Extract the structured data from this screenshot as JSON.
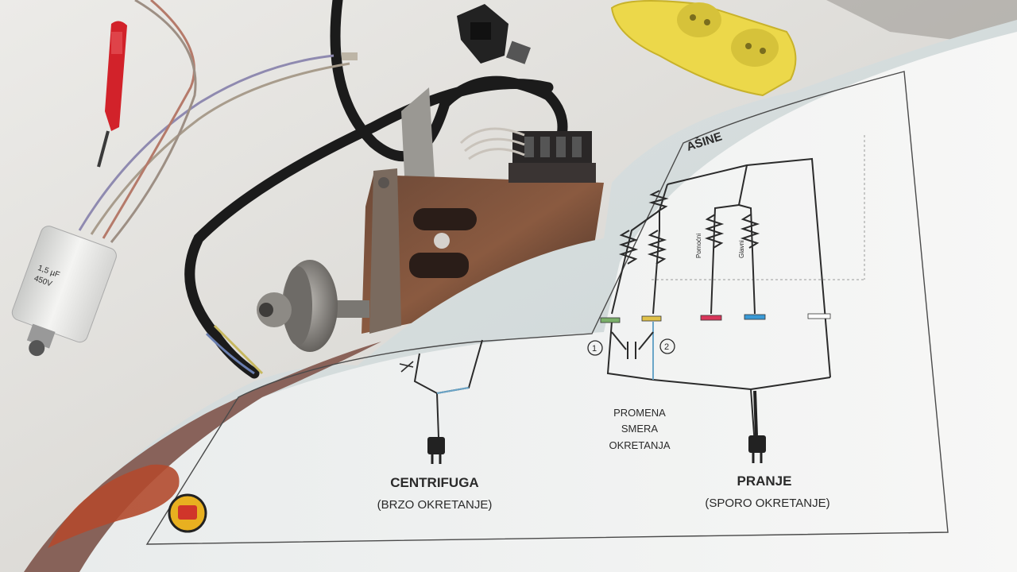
{
  "diagram": {
    "title_fragment": "AŠINE",
    "left_section": {
      "title": "CENTRIFUGA",
      "subtitle": "(BRZO OKRETANJE)"
    },
    "right_section": {
      "title": "PRANJE",
      "subtitle": "(SPORO OKRETANJE)"
    },
    "direction_note": {
      "line1": "PROMENA",
      "line2": "SMERA",
      "line3": "OKRETANJA"
    },
    "markers": {
      "one": "1",
      "two": "2"
    },
    "winding_labels": {
      "secondary": "Pomoćni",
      "main": "Glavni"
    },
    "terminal_colors": [
      "#7bb06a",
      "#e0c24a",
      "#d8365a",
      "#3a9ad6",
      "#ffffff"
    ]
  },
  "capacitor_label": {
    "line1": "1,5 µF",
    "line2": "450V"
  }
}
